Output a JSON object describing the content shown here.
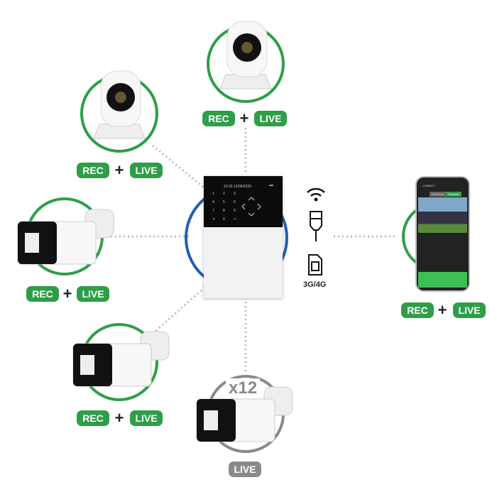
{
  "panel": {
    "screen_time": "10:30  12/05/2020",
    "keys": [
      "1",
      "2",
      "3",
      "4",
      "5",
      "6",
      "7",
      "8",
      "9",
      "✕",
      "0",
      "↩"
    ]
  },
  "connectivity": {
    "label": "3G/4G",
    "icons": [
      "wifi-icon",
      "ethernet-icon",
      "sim-card-icon"
    ]
  },
  "badges": {
    "rec": "REC",
    "plus": "+",
    "live": "LIVE"
  },
  "multiplier": "x12",
  "phone": {
    "app_title": "COMELIT",
    "tabs": [
      "Real time",
      "Playback"
    ]
  },
  "colors": {
    "green": "#2e9e48",
    "blue": "#1f5fb5",
    "gray": "#8a8a8a"
  }
}
